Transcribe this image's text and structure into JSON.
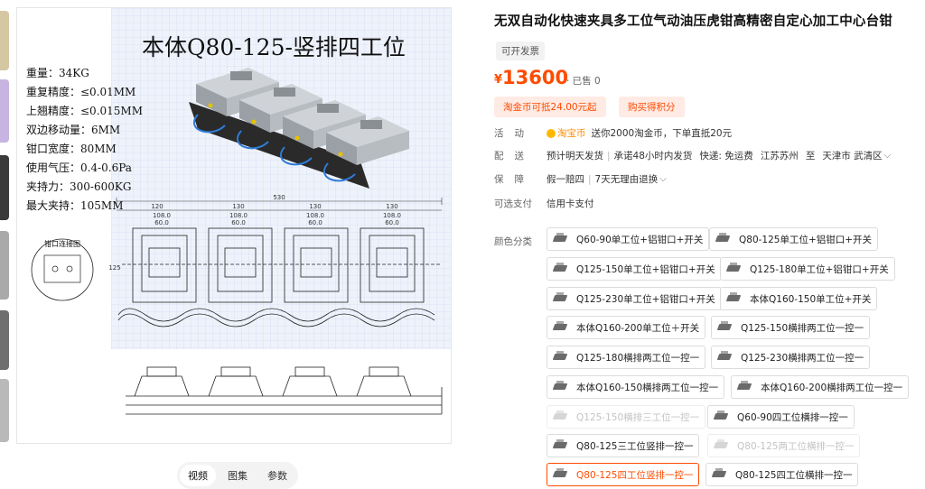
{
  "product": {
    "title": "无双自动化快速夹具多工位气动油压虎钳高精密自定心加工中心台钳",
    "invoice_badge": "可开发票",
    "price_currency": "¥",
    "price": "13600",
    "sold": "· 已售 0",
    "coupons": [
      "淘金币可抵24.00元起",
      "购买得积分"
    ]
  },
  "info": {
    "activity_label": "活动",
    "coin_label": "淘宝币",
    "activity_text": "送你2000淘金币，下单直抵20元",
    "shipping_label": "配送",
    "shipping_items": [
      "预计明天发货",
      "承诺48小时内发货",
      "快递: 免运费",
      "江苏苏州",
      "至",
      "天津市 武清区"
    ],
    "guarantee_label": "保障",
    "guarantee_items": [
      "假一赔四",
      "7天无理由退换"
    ],
    "payment_label": "可选支付",
    "payment_text": "信用卡支付"
  },
  "variants": {
    "label": "颜色分类",
    "options": [
      {
        "label": "Q60-90单工位+铝钳口+开关",
        "state": "normal"
      },
      {
        "label": "Q80-125单工位+铝钳口+开关",
        "state": "normal"
      },
      {
        "label": "Q125-150单工位+铝钳口+开关",
        "state": "normal"
      },
      {
        "label": "Q125-180单工位+铝钳口+开关",
        "state": "normal"
      },
      {
        "label": "Q125-230单工位+铝钳口+开关",
        "state": "normal"
      },
      {
        "label": "本体Q160-150单工位+开关",
        "state": "normal"
      },
      {
        "label": "本体Q160-200单工位＋开关",
        "state": "normal"
      },
      {
        "label": "Q125-150横排两工位一控一",
        "state": "normal"
      },
      {
        "label": "Q125-180横排两工位一控一",
        "state": "normal"
      },
      {
        "label": "Q125-230横排两工位一控一",
        "state": "normal"
      },
      {
        "label": "本体Q160-150横排两工位一控一",
        "state": "normal"
      },
      {
        "label": "本体Q160-200横排两工位一控一",
        "state": "normal"
      },
      {
        "label": "Q125-150横排三工位一控一",
        "state": "disabled"
      },
      {
        "label": "Q60-90四工位横排一控一",
        "state": "normal"
      },
      {
        "label": "Q80-125三工位竖排一控一",
        "state": "normal"
      },
      {
        "label": "Q80-125两工位横排一控一",
        "state": "disabled"
      },
      {
        "label": "Q80-125四工位竖排一控一",
        "state": "selected"
      },
      {
        "label": "Q80-125四工位横排一控一",
        "state": "normal"
      }
    ]
  },
  "gallery": {
    "tabs": [
      "视频",
      "图集",
      "参数"
    ],
    "active_tab": 0,
    "image_title": "本体Q80-125-竖排四工位",
    "specs": [
      "重量：34KG",
      "重复精度：≤0.01MM",
      "上翘精度：≤0.015MM",
      "双边移动量：6MM",
      "钳口宽度：80MM",
      "使用气压：0.4-0.6Pa",
      "夹持力：300-600KG",
      "最大夹持：105MM"
    ],
    "inset_label": "钳口连接图",
    "dim_total": "530",
    "dim_pitch": [
      "120",
      "130",
      "130",
      "130"
    ],
    "dim_top": [
      "108.0",
      "108.0",
      "108.0",
      "108.0"
    ],
    "dim_inner": [
      "60.0",
      "60.0",
      "60.0",
      "60.0"
    ],
    "dim_side": "125"
  }
}
